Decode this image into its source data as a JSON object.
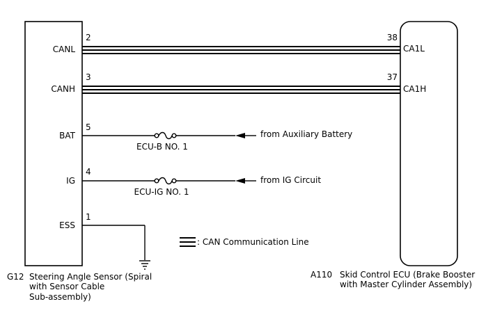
{
  "left_component": {
    "code": "G12",
    "name_lines": [
      "Steering Angle Sensor (Spiral",
      "with Sensor Cable",
      "Sub-assembly)"
    ],
    "pins": [
      {
        "label": "CANL",
        "number": "2"
      },
      {
        "label": "CANH",
        "number": "3"
      },
      {
        "label": "BAT",
        "number": "5"
      },
      {
        "label": "IG",
        "number": "4"
      },
      {
        "label": "ESS",
        "number": "1"
      }
    ]
  },
  "right_component": {
    "code": "A110",
    "name_lines": [
      "Skid Control ECU (Brake Booster",
      "with Master Cylinder Assembly)"
    ],
    "pins": [
      {
        "label": "CA1L",
        "number": "38"
      },
      {
        "label": "CA1H",
        "number": "37"
      }
    ]
  },
  "fuses": [
    {
      "name": "ECU-B NO. 1",
      "source": "from Auxiliary Battery"
    },
    {
      "name": "ECU-IG NO. 1",
      "source": "from IG Circuit"
    }
  ],
  "legend": {
    "text": ": CAN Communication Line"
  }
}
